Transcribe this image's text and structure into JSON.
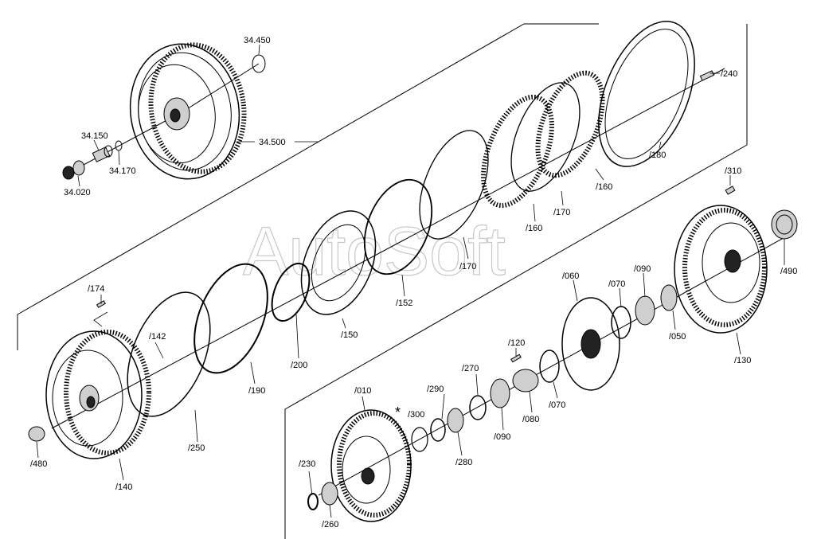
{
  "watermark": "AutoSoft",
  "labels": {
    "l34450": "34.450",
    "l34500": "34.500",
    "l34150": "34.150",
    "l34170": "34.170",
    "l34020": "34.020",
    "l240": "/240",
    "l180": "/180",
    "l160a": "/160",
    "l170a": "/170",
    "l160b": "/160",
    "l170b": "/170",
    "l152": "/152",
    "l150": "/150",
    "l200": "/200",
    "l190": "/190",
    "l250": "/250",
    "l174": "/174",
    "l142": "/142",
    "l480": "/480",
    "l140": "/140",
    "l310": "/310",
    "l490": "/490",
    "l130": "/130",
    "l060": "/060",
    "l070a": "/070",
    "l090a": "/090",
    "l050": "/050",
    "l120": "/120",
    "l270": "/270",
    "l290": "/290",
    "l300": "/300",
    "l080": "/080",
    "l070b": "/070",
    "l090b": "/090",
    "l280": "/280",
    "l010": "/010",
    "l230": "/230",
    "l260": "/260",
    "asterisk": "*"
  }
}
